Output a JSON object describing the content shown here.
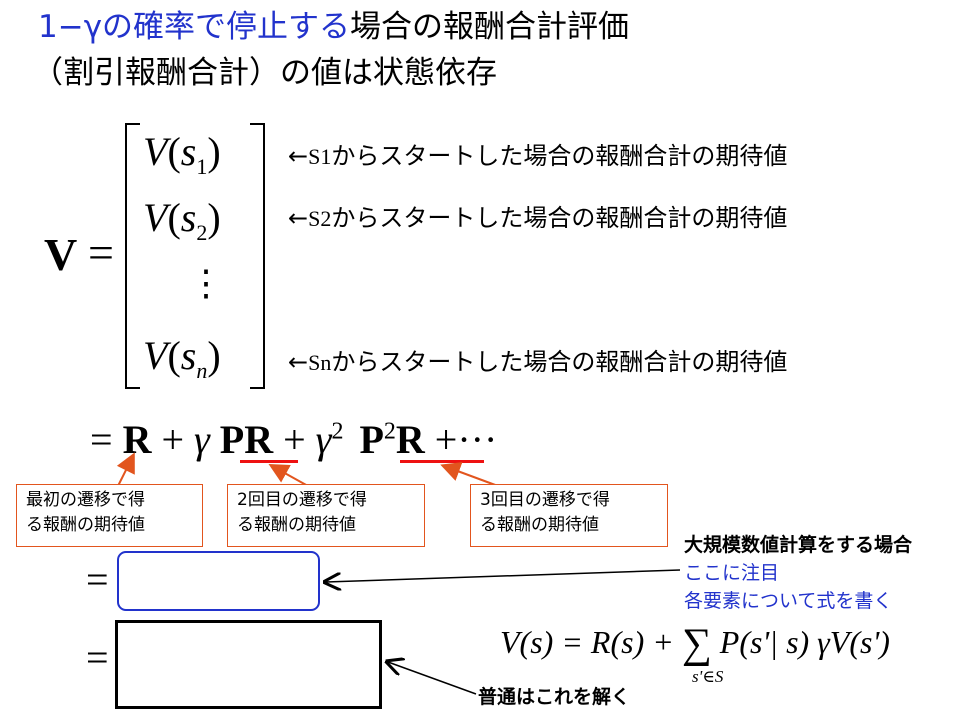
{
  "title": {
    "line1_hl": "1−γの確率で停止する",
    "line1_rest": "場合の報酬合計評価",
    "line2": "（割引報酬合計）の値は状態依存"
  },
  "equation": {
    "V": "V",
    "equals": "=",
    "vdots": "⋮",
    "rows": [
      {
        "V": "V",
        "s": "s",
        "sub": "1"
      },
      {
        "V": "V",
        "s": "s",
        "sub": "2"
      },
      {
        "V": "V",
        "s": "s",
        "sub": "n"
      }
    ]
  },
  "notes": [
    {
      "arrow": "←",
      "state": "S1",
      "text": "からスタートした場合の報酬合計の期待値"
    },
    {
      "arrow": "←",
      "state": "S2",
      "text": "からスタートした場合の報酬合計の期待値"
    },
    {
      "arrow": "←",
      "state": "Sn",
      "text": "からスタートした場合の報酬合計の期待値"
    }
  ],
  "series": {
    "eq": "=",
    "R": "R",
    "plus1": "+",
    "gamma": "γ",
    "PR": "PR",
    "plus2": "+",
    "gamma2": "γ",
    "sup2": "2",
    "P": "P",
    "sup2b": "2",
    "R2": "R",
    "plus3": "+",
    "dots": "···"
  },
  "callouts": [
    {
      "line1": "最初の遷移で得",
      "line2": "る報酬の期待値"
    },
    {
      "line1": "2回目の遷移で得",
      "line2": "る報酬の期待値"
    },
    {
      "line1": "3回目の遷移で得",
      "line2": "る報酬の期待値"
    }
  ],
  "right": {
    "line1": "大規模数値計算をする場合",
    "line2": "ここに注目",
    "line3": "各要素について式を書く"
  },
  "bottom_label": "普通はこれを解く",
  "bellman": {
    "lhs": "V(s) = R(s) +",
    "sum": "∑",
    "sub": "s'∈S",
    "rhs": "P(s'| s) γV(s')"
  },
  "lower_eq": {
    "eq1": "=",
    "eq2": "="
  },
  "colors": {
    "blue": "#2233cc",
    "red": "#e11111",
    "orange": "#e2551e"
  }
}
